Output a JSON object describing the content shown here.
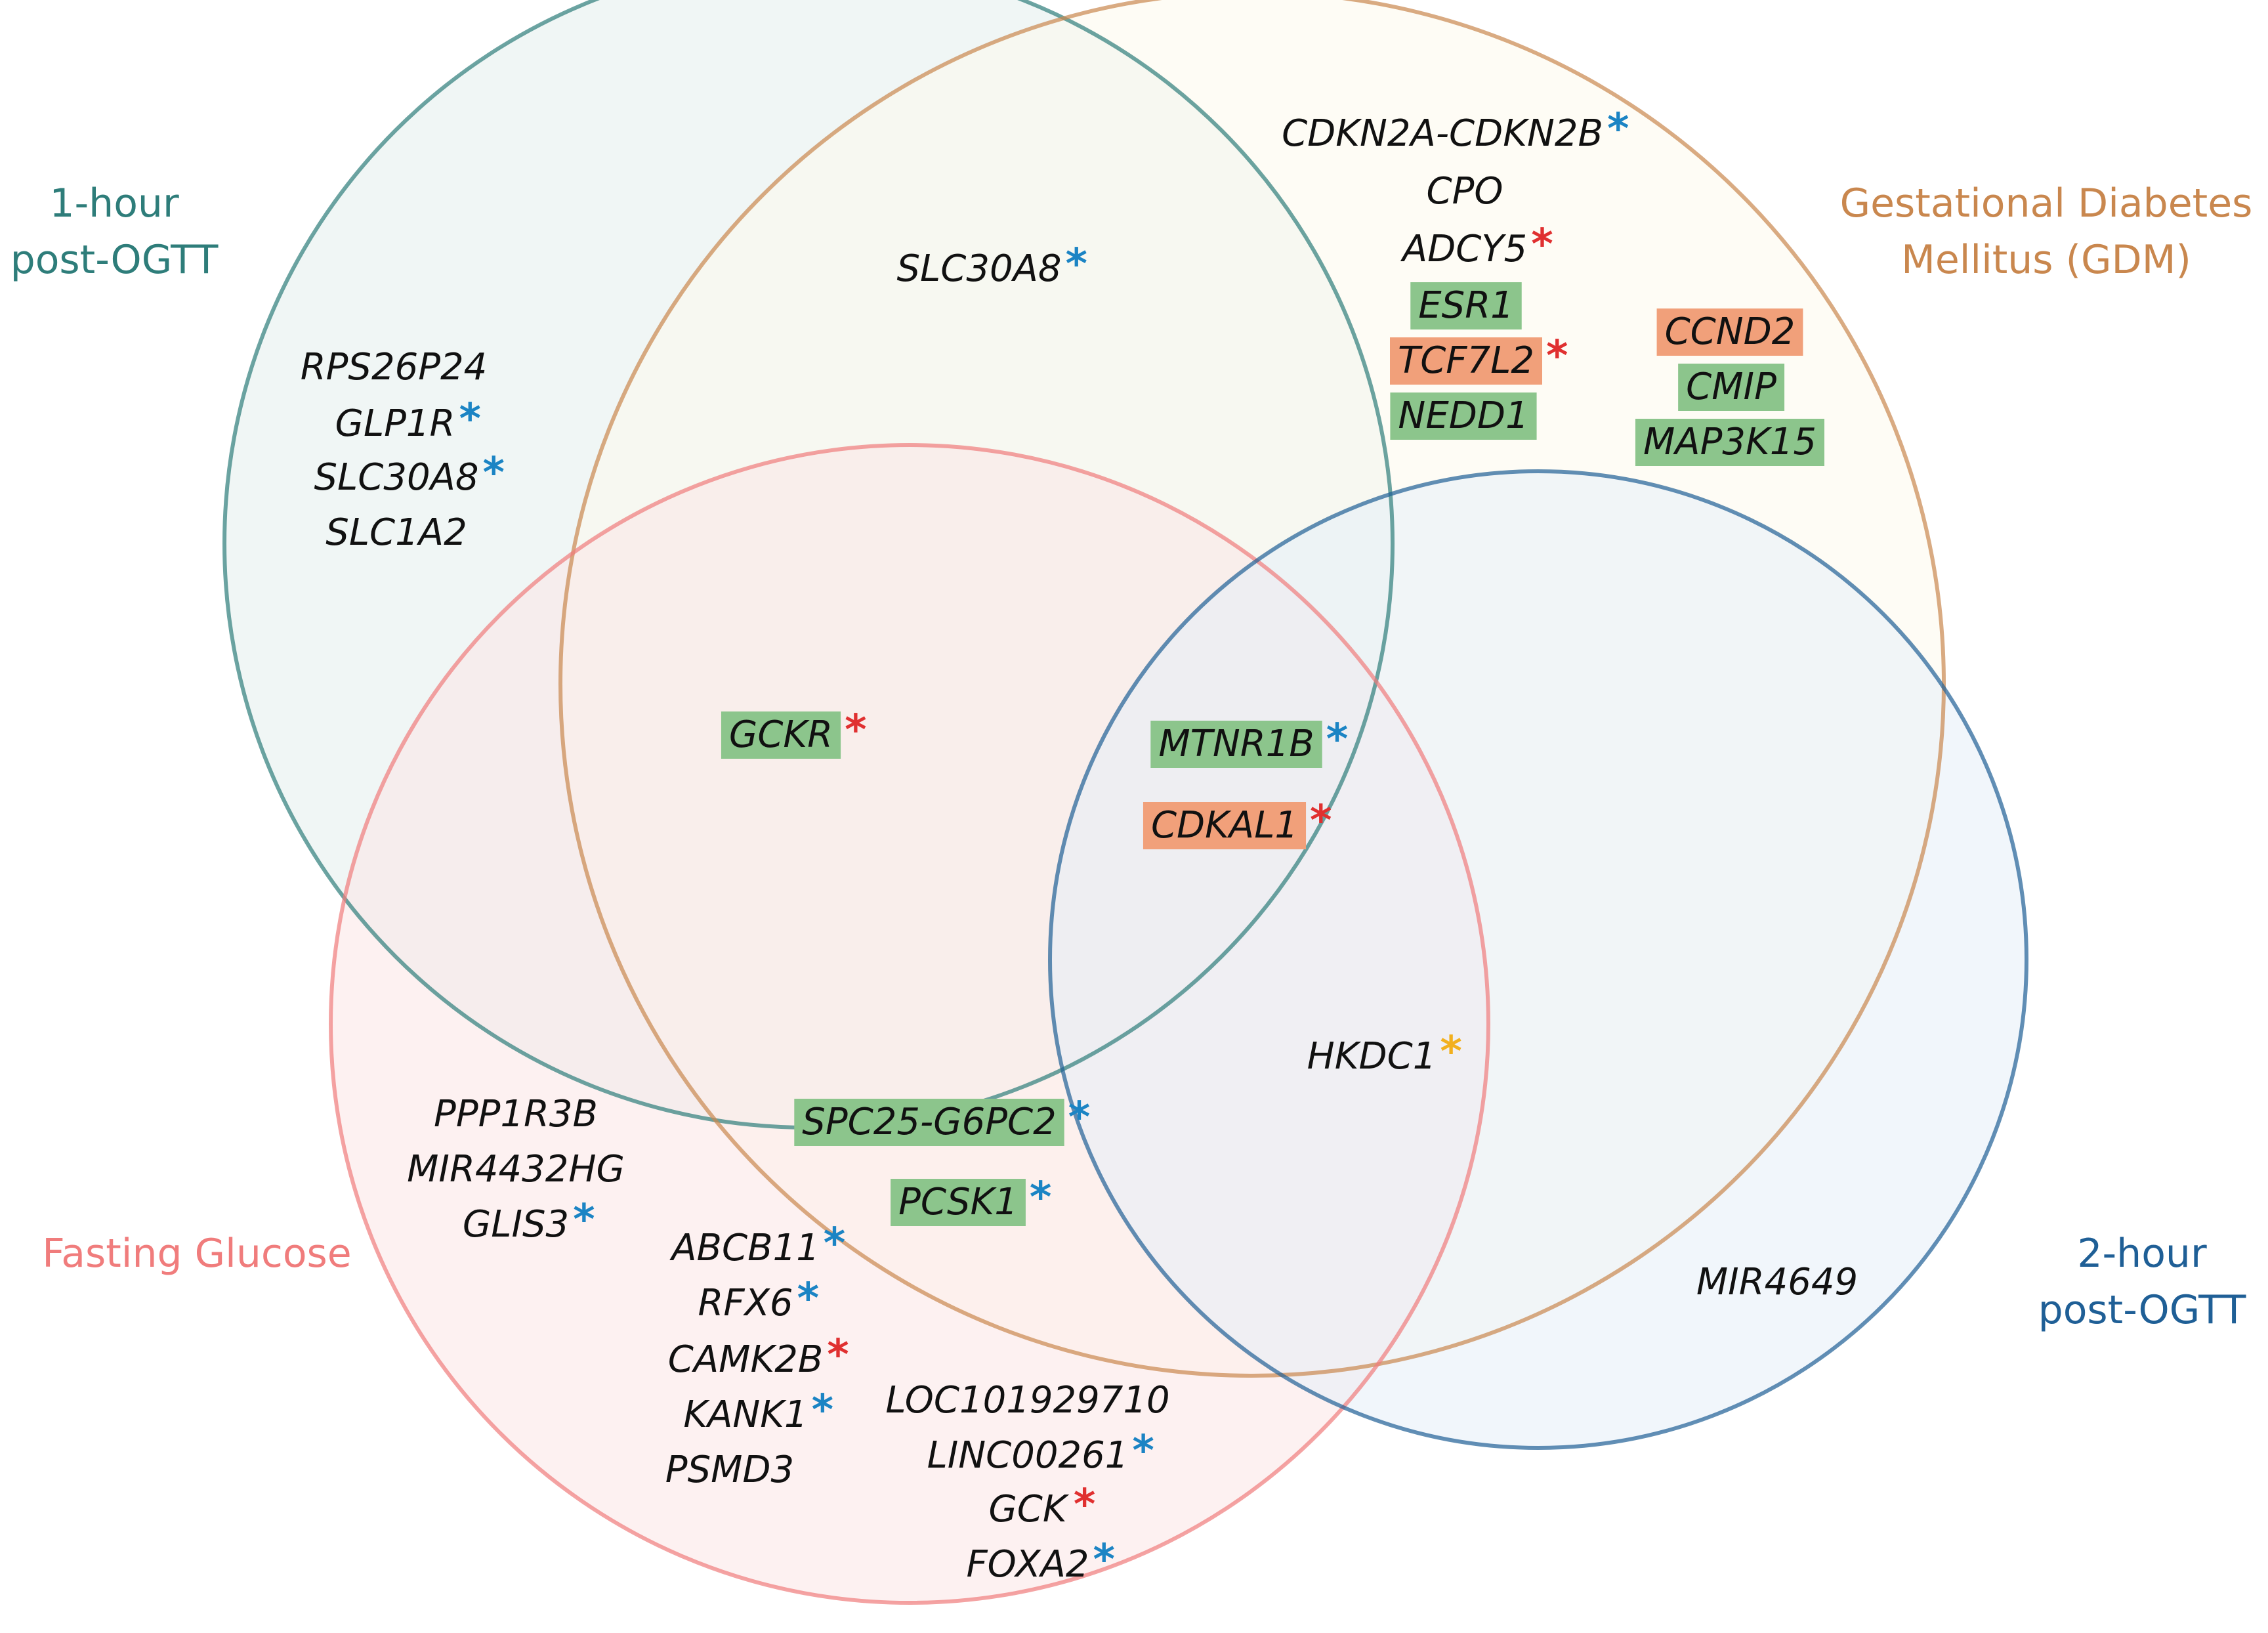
{
  "colors": {
    "one_hour": "#2e7d7a",
    "gdm": "#c9874e",
    "fasting": "#f07c7c",
    "two_hour": "#1f5f96",
    "highlight_green": "#8cc58c",
    "highlight_orange": "#f1a07a",
    "star_blue": "#1b84c4",
    "star_red": "#e03030",
    "star_yellow": "#f2b01e"
  },
  "sets": [
    {
      "id": "one_hour",
      "label_lines": [
        "1-hour",
        "post-OGTT"
      ],
      "color": "#2e7d7a",
      "fill": "#e3efed"
    },
    {
      "id": "gdm",
      "label_lines": [
        "Gestational Diabetes",
        "Mellitus (GDM)"
      ],
      "color": "#c9874e",
      "fill": "#fdf9ec"
    },
    {
      "id": "fasting",
      "label_lines": [
        "Fasting Glucose"
      ],
      "color": "#f07c7c",
      "fill": "#fbe6e6"
    },
    {
      "id": "two_hour",
      "label_lines": [
        "2-hour",
        "post-OGTT"
      ],
      "color": "#1f5f96",
      "fill": "#e6eff7"
    }
  ],
  "genes": [
    {
      "name": "CDKN2A-CDKN2B",
      "star": "blue",
      "highlight": null
    },
    {
      "name": "CPO",
      "star": null,
      "highlight": null
    },
    {
      "name": "ADCY5",
      "star": "red",
      "highlight": null
    },
    {
      "name": "ESR1",
      "star": null,
      "highlight": "green"
    },
    {
      "name": "TCF7L2",
      "star": "red",
      "highlight": "orange"
    },
    {
      "name": "NEDD1",
      "star": null,
      "highlight": "green"
    },
    {
      "name": "CCND2",
      "star": null,
      "highlight": "orange"
    },
    {
      "name": "CMIP",
      "star": null,
      "highlight": "green"
    },
    {
      "name": "MAP3K15",
      "star": null,
      "highlight": "green"
    },
    {
      "name": "SLC30A8",
      "star": "blue",
      "highlight": null
    },
    {
      "name": "RPS26P24",
      "star": null,
      "highlight": null
    },
    {
      "name": "GLP1R",
      "star": "blue",
      "highlight": null
    },
    {
      "name": "SLC30A8",
      "star": "blue",
      "highlight": null
    },
    {
      "name": "SLC1A2",
      "star": null,
      "highlight": null
    },
    {
      "name": "GCKR",
      "star": "red",
      "highlight": "green"
    },
    {
      "name": "MTNR1B",
      "star": "blue",
      "highlight": "green"
    },
    {
      "name": "CDKAL1",
      "star": "red",
      "highlight": "orange"
    },
    {
      "name": "HKDC1",
      "star": "yellow",
      "highlight": null
    },
    {
      "name": "SPC25-G6PC2",
      "star": "blue",
      "highlight": "green"
    },
    {
      "name": "PCSK1",
      "star": "blue",
      "highlight": "green"
    },
    {
      "name": "MIR4649",
      "star": null,
      "highlight": null
    },
    {
      "name": "PPP1R3B",
      "star": null,
      "highlight": null
    },
    {
      "name": "MIR4432HG",
      "star": null,
      "highlight": null
    },
    {
      "name": "GLIS3",
      "star": "blue",
      "highlight": null
    },
    {
      "name": "ABCB11",
      "star": "blue",
      "highlight": null
    },
    {
      "name": "RFX6",
      "star": "blue",
      "highlight": null
    },
    {
      "name": "CAMK2B",
      "star": "red",
      "highlight": null
    },
    {
      "name": "KANK1",
      "star": "blue",
      "highlight": null
    },
    {
      "name": "PSMD3",
      "star": null,
      "highlight": null
    },
    {
      "name": "LOC101929710",
      "star": null,
      "highlight": null
    },
    {
      "name": "LINC00261",
      "star": "blue",
      "highlight": null
    },
    {
      "name": "GCK",
      "star": "red",
      "highlight": null
    },
    {
      "name": "FOXA2",
      "star": "blue",
      "highlight": null
    }
  ],
  "star_symbol": "*"
}
